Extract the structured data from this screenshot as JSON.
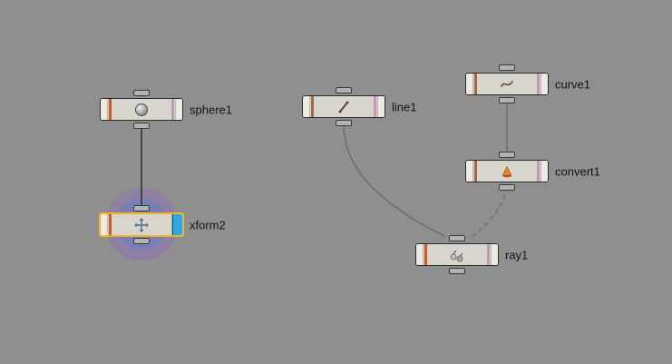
{
  "editor": {
    "type": "node-network-editor",
    "background_color": "#8f8f8f"
  },
  "nodes": [
    {
      "id": "sphere1",
      "label": "sphere1",
      "icon": "sphere-icon"
    },
    {
      "id": "xform2",
      "label": "xform2",
      "icon": "transform-icon",
      "selected": true,
      "display_flag": true
    },
    {
      "id": "line1",
      "label": "line1",
      "icon": "line-icon"
    },
    {
      "id": "curve1",
      "label": "curve1",
      "icon": "curve-icon"
    },
    {
      "id": "convert1",
      "label": "convert1",
      "icon": "convert-icon"
    },
    {
      "id": "ray1",
      "label": "ray1",
      "icon": "ray-icon"
    }
  ],
  "connections": [
    {
      "from": "sphere1",
      "to": "xform2",
      "style": "solid",
      "color": "#3f4a3a"
    },
    {
      "from": "line1",
      "to": "ray1",
      "style": "solid",
      "color": "#6f6f6f"
    },
    {
      "from": "curve1",
      "to": "convert1",
      "style": "solid",
      "color": "#6f6f6f"
    },
    {
      "from": "convert1",
      "to": "ray1",
      "style": "dashed",
      "color": "#6f6f6f"
    }
  ],
  "colors": {
    "node_body": "#d8d5cc",
    "selection_border": "#f0b428",
    "display_flag": "#2fa7e0",
    "halo_outer": "#9070b8",
    "halo_inner": "#687cc8",
    "left_stripe": "#bb5f38",
    "right_stripe": "#c29ab4"
  }
}
